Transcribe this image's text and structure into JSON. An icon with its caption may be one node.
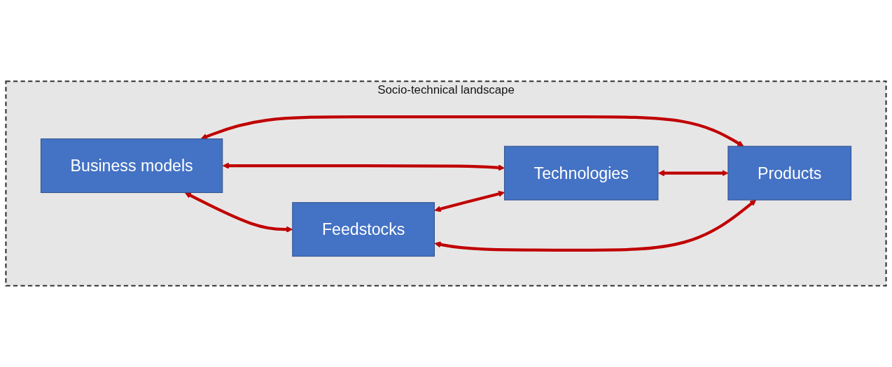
{
  "diagram": {
    "nodes": [
      {
        "text": [
          "Socio-technical landscape"
        ]
      },
      {
        "text": [
          "Business models"
        ],
        "in": 0
      },
      {
        "text": [
          "Feedstocks"
        ],
        "in": 0
      },
      {
        "text": [
          "Technologies"
        ],
        "in": 0
      },
      {
        "text": [
          "Products"
        ],
        "in": 0
      }
    ],
    "edges": [
      {
        "from": 1,
        "to": 2,
        "arrow": "both"
      },
      {
        "from": 1,
        "to": 3,
        "arrow": "both"
      },
      {
        "from": 1,
        "to": 4,
        "arrow": "both"
      },
      {
        "from": 2,
        "to": 3,
        "arrow": "both"
      },
      {
        "from": 3,
        "to": 4,
        "arrow": "both"
      },
      {
        "from": 2,
        "to": 4,
        "arrow": "both"
      }
    ]
  }
}
